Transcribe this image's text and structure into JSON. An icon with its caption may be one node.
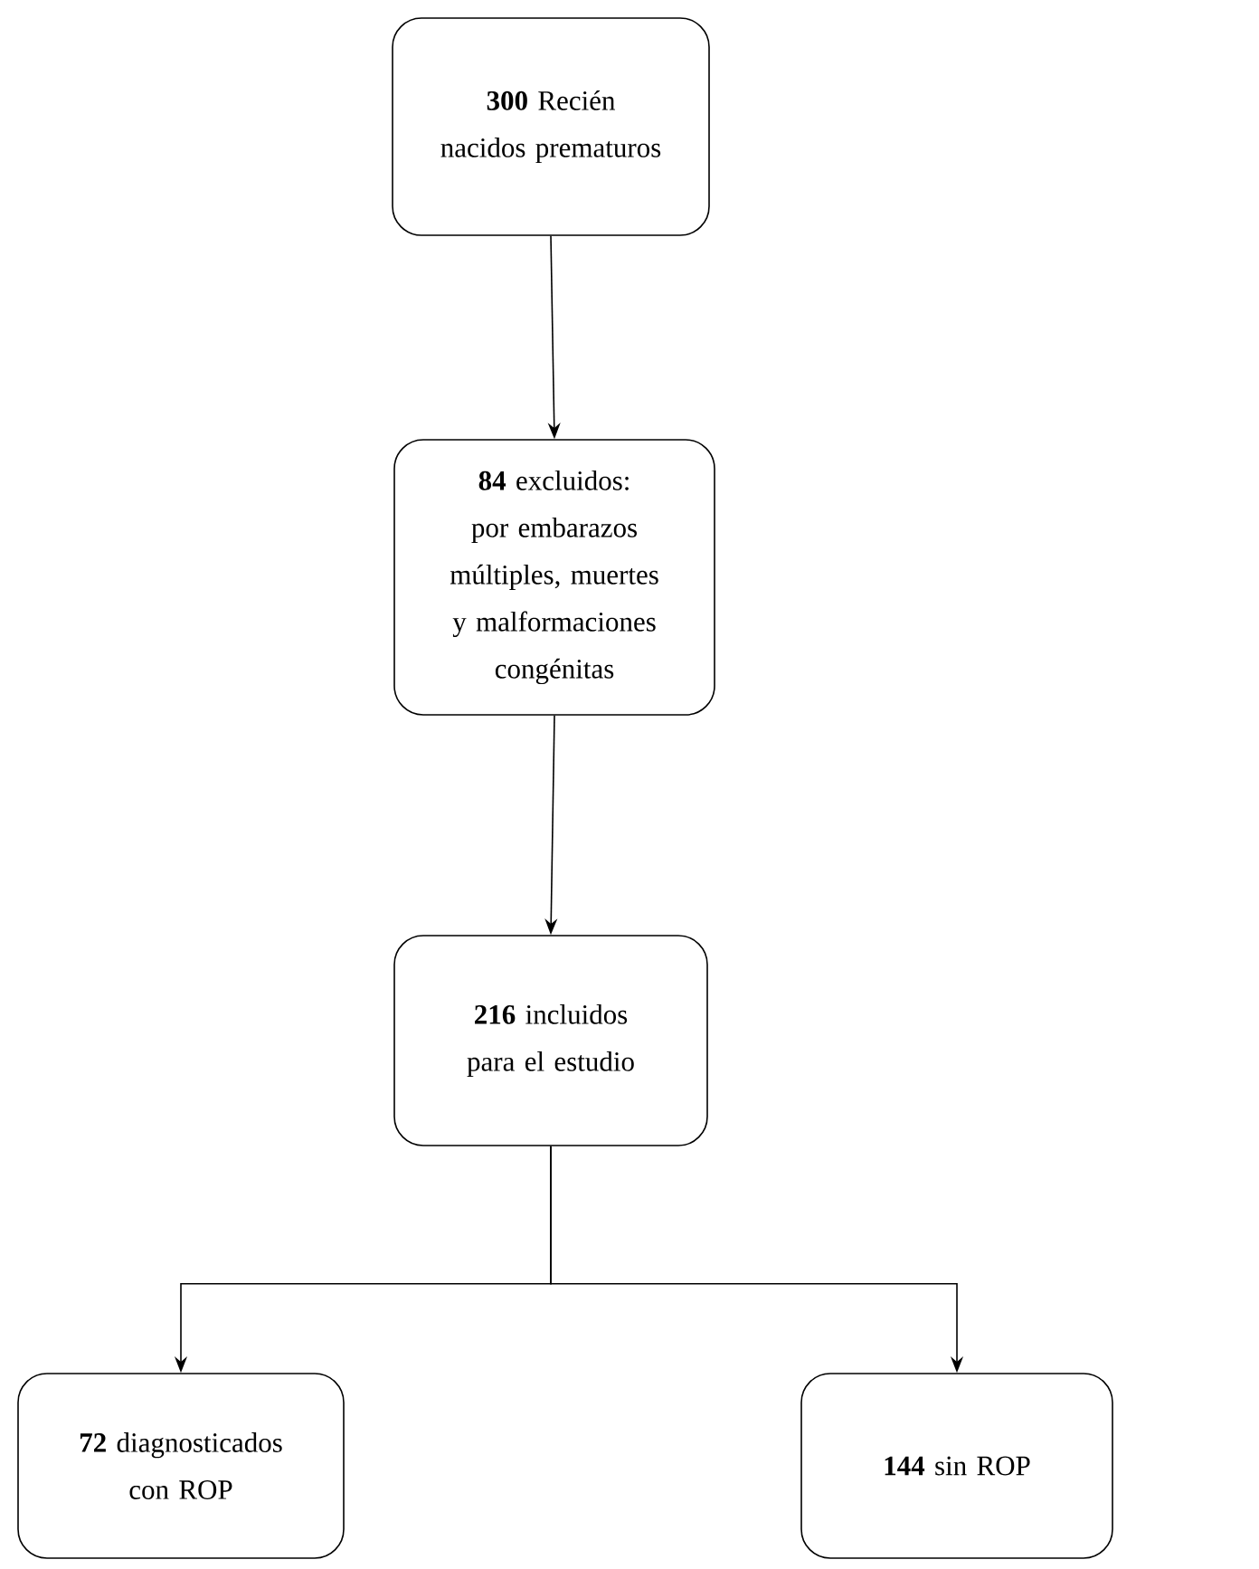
{
  "diagram": {
    "nodes": [
      {
        "text": [
          "**300** Recién nacidos prematuros"
        ]
      },
      {
        "text": [
          "**84** excluidos: por embarazos múltiples, muertes y malformaciones congénitas"
        ]
      },
      {
        "text": [
          "**216** incluidos para el estudio"
        ]
      },
      {
        "text": [
          "**72** diagnosticados con ROP"
        ]
      },
      {
        "text": [
          "**144** sin ROP"
        ]
      }
    ],
    "edges": [
      {
        "from": 0,
        "to": 1,
        "arrow": "to"
      },
      {
        "from": 1,
        "to": 2,
        "arrow": "to"
      },
      {
        "from": 2,
        "to": 3,
        "arrow": "to"
      },
      {
        "from": 2,
        "to": 4,
        "arrow": "to"
      }
    ]
  }
}
